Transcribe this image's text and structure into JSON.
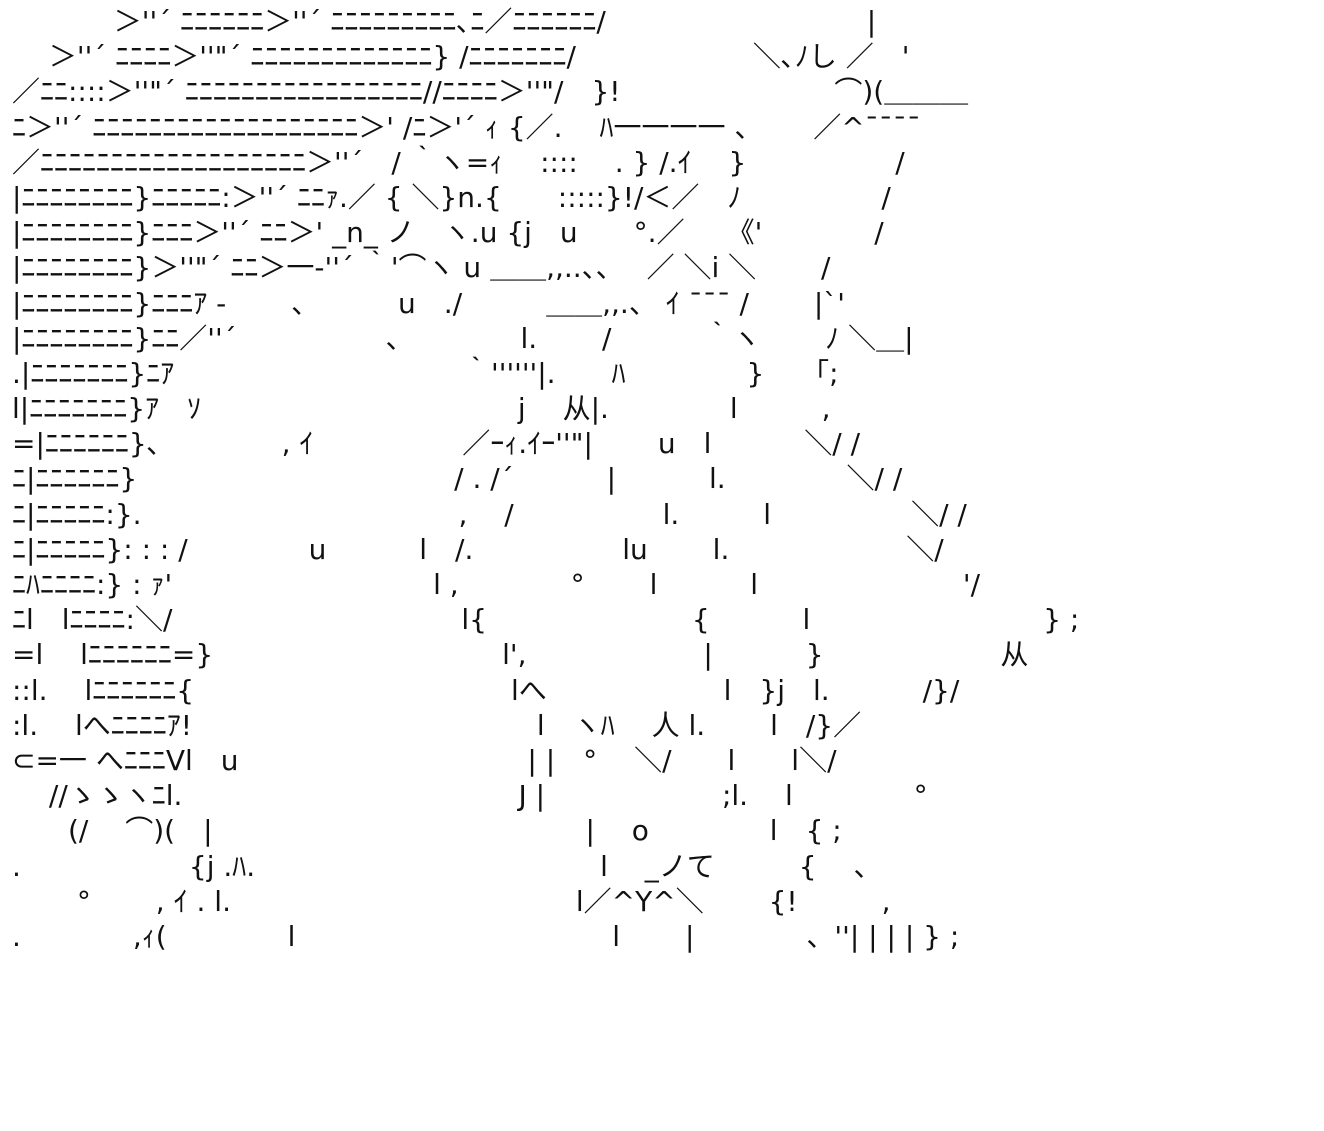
{
  "art": {
    "lines": [
      "　　 　 ＞''´ ﾆﾆﾆﾆﾆﾆ＞''´ ﾆﾆﾆﾆﾆﾆﾆﾆﾆ､ﾆ／ﾆﾆﾆﾆﾆﾆ/　　　　　　　　　 |",
      "　 ＞''´ ﾆﾆﾆﾆ＞''\"´ ﾆﾆﾆﾆﾆﾆﾆﾆﾆﾆﾆﾆﾆ} /ﾆﾆﾆﾆﾆﾆﾆ/　　　　　　 ＼､ﾉし ／　'",
      "／ﾆﾆ::::＞''\"´ ﾆﾆﾆﾆﾆﾆﾆﾆﾆﾆﾆﾆﾆﾆﾆﾆﾆ//ﾆﾆﾆﾆ＞''\"/　}!　　　　　　 　 ⌒)(＿＿＿",
      "ﾆ＞''´ ﾆﾆﾆﾆﾆﾆﾆﾆﾆﾆﾆﾆﾆﾆﾆﾆﾆﾆﾆ＞' /ﾆ＞'´ ｨ {／.　 ﾊ一一一一 、　　 ／^¯¯¯¯",
      "／ﾆﾆﾆﾆﾆﾆﾆﾆﾆﾆﾆﾆﾆﾆﾆﾆﾆﾆﾆ＞''´　/ ｀ヽ=ｨ　 ::::　 . } /.ｲ　 }　　　　　 /",
      "|ﾆﾆﾆﾆﾆﾆﾆﾆ}ﾆﾆﾆﾆﾆ:＞''´ ﾆﾆｧ.／ { ＼}n.{　　:::::}!/＜／　ﾉ　　　　　/",
      "|ﾆﾆﾆﾆﾆﾆﾆﾆ}ﾆﾆﾆ＞''´ ﾆﾆ＞' _n_ ノ　ヽ.u {j　u　　°.／　　《'　　　　/",
      "|ﾆﾆﾆﾆﾆﾆﾆﾆ}＞''\"´ ﾆﾆ＞一-''´ ｀'⌒ヽ u ＿＿,,..、、　 ／ ＼i ＼　　 /",
      "|ﾆﾆﾆﾆﾆﾆﾆﾆ}ﾆﾆﾆｱ -　　 、　　　 u　./　　　＿＿,,.、 ｲ ¯¯¯ /　　 |`'",
      "|ﾆﾆﾆﾆﾆﾆﾆﾆ}ﾆﾆ／''´　　　　　 、　　　　 l.　　 /　　　 ｀ヽ　　 ﾉ ＼＿|",
      ".|ﾆﾆﾆﾆﾆﾆﾆ}ﾆｱ　　　　　　　　　　 ｀''''''|.　　ﾊ　　　　 }　 「;",
      "l|ﾆﾆﾆﾆﾆﾆﾆ}ｱ　ｿ　　　　　　　　　　　 j　 从|.　　　　 l　　　,",
      "=|ﾆﾆﾆﾆﾆﾆ}､　　　　 , ｲ　　　　　 ／ｰｨ.ｲｰ''\"|　　 u　l　　　 ＼/ /",
      "ﾆ|ﾆﾆﾆﾆﾆﾆ}　　　　　　　　　　　 / . /´　　　 |　　　 l.　　　　 ＼/ /",
      "ﾆ|ﾆﾆﾆﾆﾆ:}.　　　　　　　　　　　 ,　 /　　　　　 l.　　　l　　　　　＼/ /",
      "ﾆ|ﾆﾆﾆﾆﾆ}: : : /　　　　 u　　　 l　/.　　　　　 lu　　 l.　　　　　　 ＼/",
      "ﾆﾊﾆﾆﾆﾆ:} : ｧ'　　　　　　　　　 l ,　　　　°　　 l　　　 l　　　　　　　 '/",
      "ﾆl　lﾆﾆﾆﾆ:＼/　　　　　　　　　　 l{　　　　　　　 {　　　 l　　　　　　　　 } ;",
      "=l　 lﾆﾆﾆﾆﾆﾆ=}　　　　　　　　　　 l',　　　　　　 |　　　 }　　　　　　 从",
      "::l.　 lﾆﾆﾆﾆﾆﾆ{　　　　　　　　　　　 lへ　　　　　　 l　}j　l.　　　 /}/",
      ":l.　 lへﾆﾆﾆﾆｱ!　　　　　　　　　　　　 l　ヽﾊ　 人 l.　　 l　/}／",
      "⊂=一 へﾆﾆﾆVl　u　　　　　　　　　　 | |　°　 ＼/　　l　　l＼/",
      "　 //ゝゝヽﾆl.　　　　　　　　　　　　J |　　　　　　 ;l.　 l　　　　 °",
      "　　(/　 ⌒)(　|　　　　　　　　　　　　　 |　 o　　　　 l　{ ;",
      ".　　　　　　{j .ﾊ.　　　　　　　　　　　　 l　 _ノて　　　{　 、",
      "　　 °　　 , ｲ . l.　　　　　　　　　　　　 l／^Y^＼　　 {!　　　,",
      ".　　　　,ｨ(　　　　 l　　　　　　　　　　　 l　　 |　　　　、''| | | | } ;"
    ]
  }
}
